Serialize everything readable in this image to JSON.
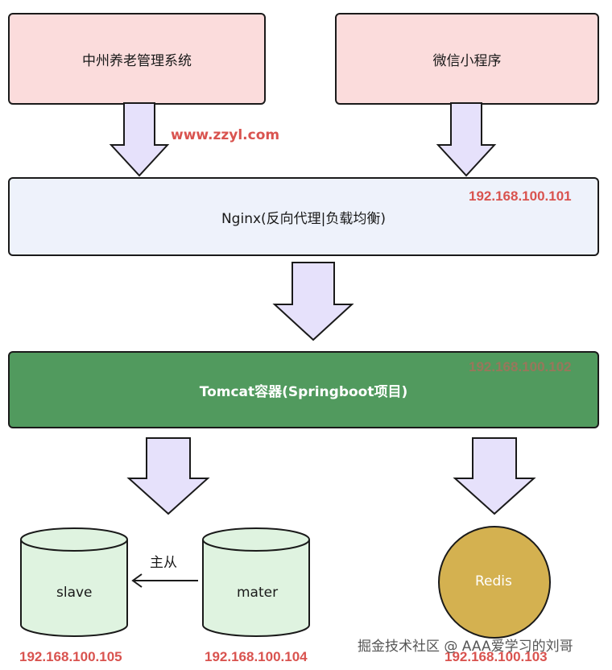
{
  "nodes": {
    "zhongzhou": "中州养老管理系统",
    "miniprogram": "微信小程序",
    "nginx": "Nginx(反向代理|负载均衡)",
    "tomcat": "Tomcat容器(Springboot项目)",
    "slave": "slave",
    "master": "mater",
    "redis": "Redis"
  },
  "labels": {
    "domain": "www.zzyl.com",
    "replication": "主从"
  },
  "ips": {
    "nginx": "192.168.100.101",
    "tomcat": "192.168.100.102",
    "slave": "192.168.100.105",
    "master": "192.168.100.104",
    "redis": "192.168.100.103"
  },
  "watermark": "掘金技术社区 @ AAA爱学习的刘哥",
  "colors": {
    "client_fill": "#fbdcdc",
    "nginx_fill": "#eef2fb",
    "tomcat_fill": "#519a5e",
    "db_fill": "#dff3e0",
    "redis_fill": "#d4b150",
    "arrow_fill": "#e6e1fb",
    "ip_text": "#d9534f"
  }
}
